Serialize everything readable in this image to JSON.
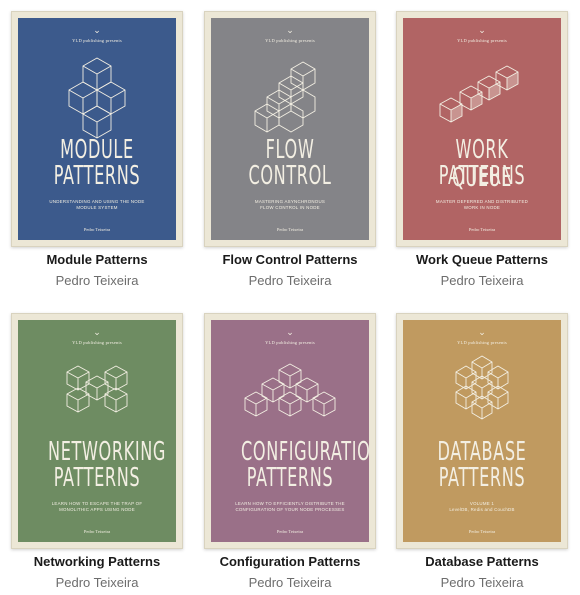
{
  "books": [
    {
      "title": "Module Patterns",
      "author": "Pedro Teixeira",
      "publisher": "YLD publishing presents",
      "cover_line1": "MODULE",
      "cover_line2": "PATTERNS",
      "cover_sub1": "UNDERSTANDING AND USING THE NODE",
      "cover_sub2": "MODULE SYSTEM",
      "cover_author": "Pedro Teixeira",
      "color": "#3c5a8c",
      "icon": "cube-cluster-icon"
    },
    {
      "title": "Flow Control Patterns",
      "author": "Pedro Teixeira",
      "publisher": "YLD publishing presents",
      "cover_line1": "FLOW",
      "cover_line2": "CONTROL",
      "cover_sub1": "MASTERING ASYNCHRONOUS",
      "cover_sub2": "FLOW CONTROL IN NODE",
      "cover_author": "Pedro Teixeira",
      "color": "#848488",
      "icon": "cube-stairs-icon"
    },
    {
      "title": "Work Queue Patterns",
      "author": "Pedro Teixeira",
      "publisher": "YLD publishing presents",
      "cover_line1": "WORK QUEUE",
      "cover_line2": "PATTERNS",
      "cover_sub1": "MASTER DEFERRED AND DISTRIBUTED",
      "cover_sub2": "WORK IN NODE",
      "cover_author": "Pedro Teixeira",
      "color": "#b16464",
      "icon": "cube-queue-icon"
    },
    {
      "title": "Networking Patterns",
      "author": "Pedro Teixeira",
      "publisher": "YLD publishing presents",
      "cover_line1": "NETWORKING",
      "cover_line2": "PATTERNS",
      "cover_sub1": "LEARN HOW TO ESCAPE THE TRAP OF",
      "cover_sub2": "MONOLITHIC APPS USING NODE",
      "cover_author": "Pedro Teixeira",
      "color": "#6e8c62",
      "icon": "cube-network-icon"
    },
    {
      "title": "Configuration Patterns",
      "author": "Pedro Teixeira",
      "publisher": "YLD publishing presents",
      "cover_line1": "CONFIGURATION",
      "cover_line2": "PATTERNS",
      "cover_sub1": "LEARN HOW TO EFFICIENTLY DISTRIBUTE THE",
      "cover_sub2": "CONFIGURATION OF YOUR NODE PROCESSES",
      "cover_author": "Pedro Teixeira",
      "color": "#9a7088",
      "icon": "cube-tree-icon"
    },
    {
      "title": "Database Patterns",
      "author": "Pedro Teixeira",
      "publisher": "YLD publishing presents",
      "cover_line1": "DATABASE",
      "cover_line2": "PATTERNS",
      "cover_sub1": "VOLUME 1",
      "cover_sub2": "LevelDB, Redis and CouchDB",
      "cover_author": "Pedro Teixeira",
      "color": "#c09a60",
      "icon": "cube-grid-icon"
    }
  ]
}
